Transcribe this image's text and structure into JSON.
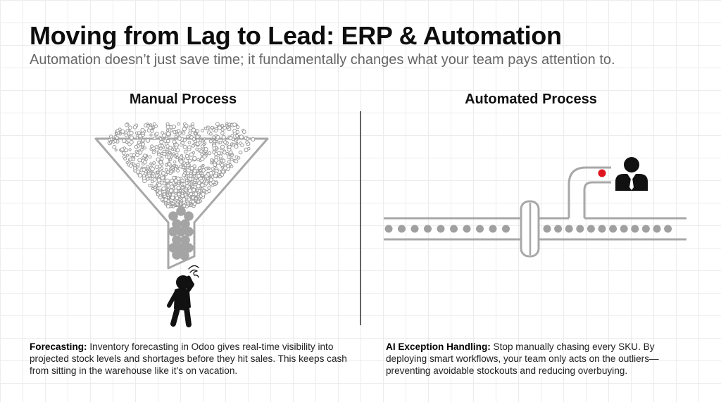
{
  "header": {
    "title": "Moving from Lag to Lead: ERP & Automation",
    "subtitle": "Automation doesn’t just save time; it fundamentally changes what your team pays attention to."
  },
  "manual": {
    "heading": "Manual Process",
    "caption_lead": "Forecasting:",
    "caption_body": " Inventory forecasting in Odoo gives real-time visibility into projected stock levels and shortages before they hit sales. This keeps cash from sitting in the warehouse like it’s on vacation.",
    "figure_icon": "stressed-worker-icon"
  },
  "automated": {
    "heading": "Automated Process",
    "caption_lead": "AI Exception Handling:",
    "caption_body": " Stop manually chasing every SKU. By deploying smart workflows, your team only acts on the outliers—preventing avoidable stockouts and reducing overbuying.",
    "figure_icon": "manager-icon"
  },
  "colors": {
    "line": "#a8a8a8",
    "dot": "#a0a0a0",
    "exception": "#e0141e",
    "figure": "#111111",
    "divider": "#333333"
  }
}
